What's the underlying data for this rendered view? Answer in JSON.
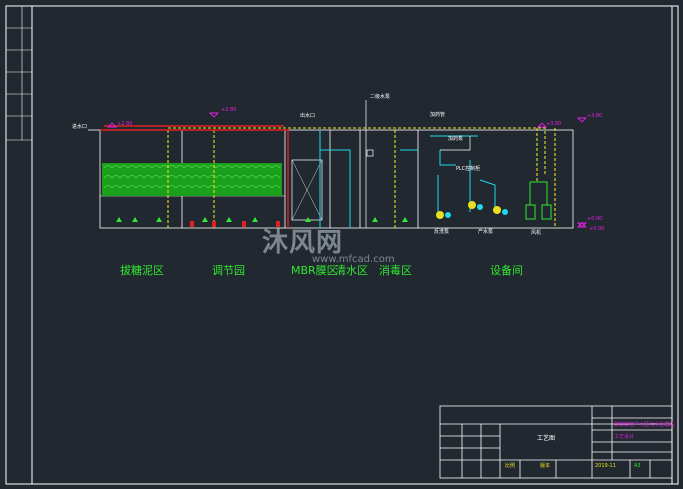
{
  "drawing": {
    "zones": [
      "拔糖泥区",
      "调节园",
      "MBR膜区",
      "清水区",
      "消毒区",
      "设备间"
    ],
    "elev_labels": [
      "+2.80",
      "+2.80",
      "+3.80",
      "+3.80",
      "+0.00",
      "+0.00"
    ],
    "inlet_label": "进水口",
    "top_labels": [
      "二级水泵",
      "加药管",
      "加药泵",
      "出水口"
    ],
    "equipment_labels": [
      "反洗泵",
      "产水泵",
      "风机",
      "PLC控制柜"
    ]
  },
  "title_block": {
    "drawing_name": "工艺图",
    "project_line1": "某某某地产小区污水处理站",
    "project_line2": "工艺设计",
    "header_left": "比例",
    "header_mid": "版本",
    "date": "2019-11",
    "sheet": "A3"
  },
  "watermark": {
    "text": "沐风网",
    "url": "www.mfcad.com"
  },
  "colors": {
    "background": "#212830",
    "frame": "#ffffff",
    "pipe_yellow": "#e8e020",
    "pipe_red": "#e02020",
    "pipe_cyan": "#20d8e8",
    "label_green": "#32e632",
    "elev_magenta": "#e020e0"
  }
}
